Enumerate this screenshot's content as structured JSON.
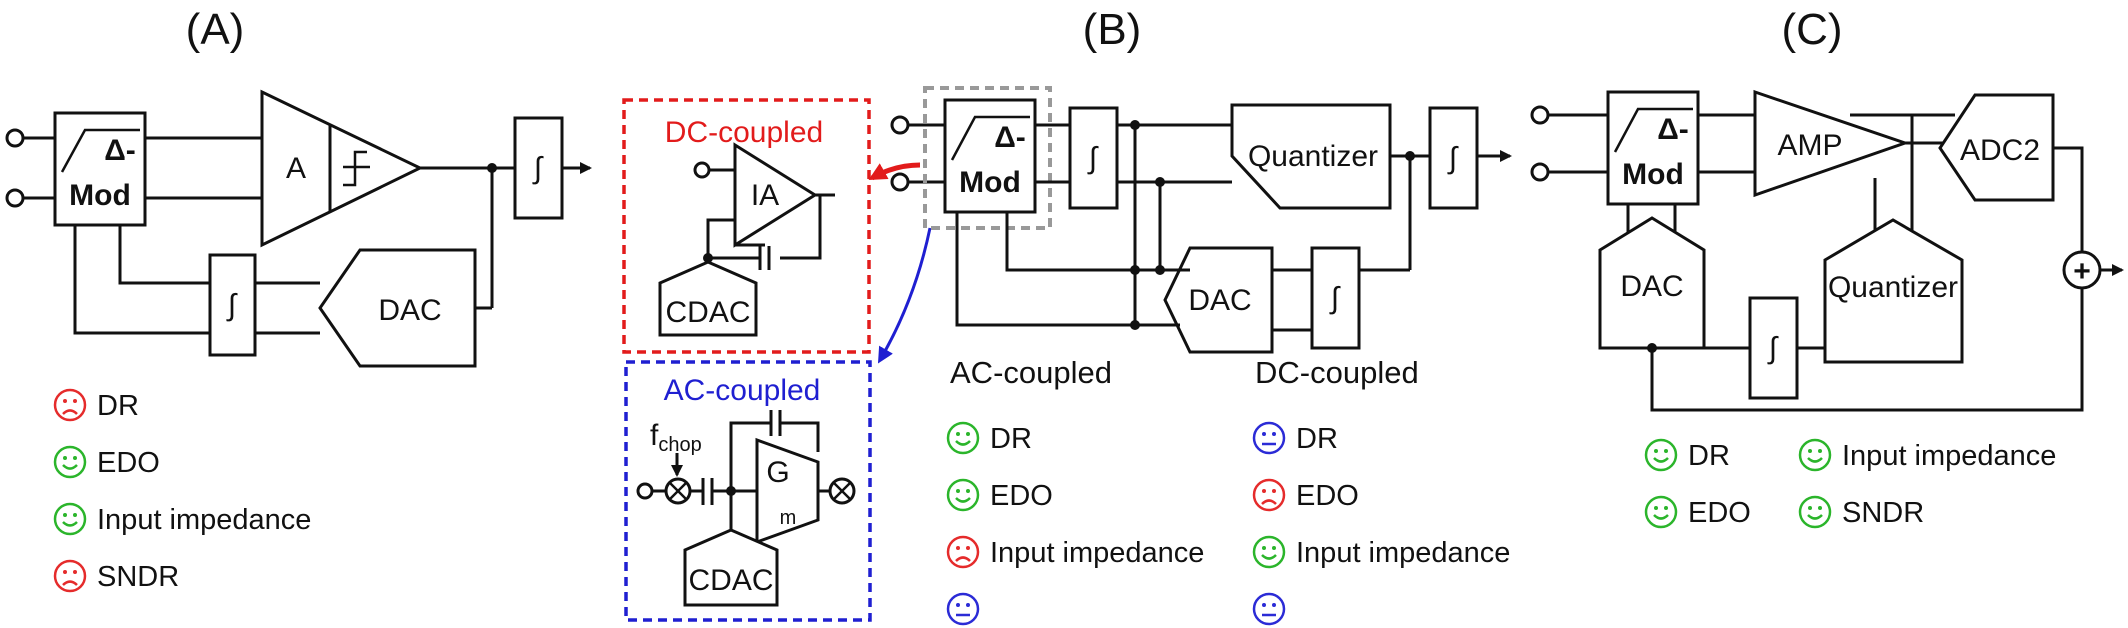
{
  "panels": {
    "a": {
      "title": "(A)"
    },
    "b": {
      "title": "(B)"
    },
    "c": {
      "title": "(C)"
    }
  },
  "blocks": {
    "delta_top": "Δ-",
    "delta_bottom": "Mod",
    "amp_a": "A",
    "dac": "DAC",
    "integrator": "∫",
    "quantizer": "Quantizer",
    "amp": "AMP",
    "adc2": "ADC2",
    "ia": "IA",
    "cdac": "CDAC",
    "gm_g": "G",
    "gm_sub": "m",
    "fchop_f": "f",
    "fchop_sub": "chop",
    "adder": "+"
  },
  "insets": {
    "dc_label": "DC-coupled",
    "ac_label": "AC-coupled",
    "dc_color": "#e21b1b",
    "ac_color": "#1f1fd1"
  },
  "columns": {
    "ac_coupled": "AC-coupled",
    "dc_coupled": "DC-coupled"
  },
  "legend": {
    "a": [
      {
        "label": "DR",
        "mood": "sad",
        "color": "#e52b2b"
      },
      {
        "label": "EDO",
        "mood": "happy",
        "color": "#2bb52b"
      },
      {
        "label": "Input impedance",
        "mood": "happy",
        "color": "#2bb52b"
      },
      {
        "label": "SNDR",
        "mood": "sad",
        "color": "#e52b2b"
      }
    ],
    "b_ac": [
      {
        "label": "DR",
        "mood": "happy",
        "color": "#2bb52b"
      },
      {
        "label": "EDO",
        "mood": "happy",
        "color": "#2bb52b"
      },
      {
        "label": "Input impedance",
        "mood": "sad",
        "color": "#e52b2b"
      },
      {
        "label": "",
        "mood": "neutral",
        "color": "#2b2bd6"
      }
    ],
    "b_dc": [
      {
        "label": "DR",
        "mood": "neutral",
        "color": "#2b2bd6"
      },
      {
        "label": "EDO",
        "mood": "sad",
        "color": "#e52b2b"
      },
      {
        "label": "Input impedance",
        "mood": "happy",
        "color": "#2bb52b"
      },
      {
        "label": "",
        "mood": "neutral",
        "color": "#2b2bd6"
      }
    ],
    "c_left": [
      {
        "label": "DR",
        "mood": "happy",
        "color": "#2bb52b"
      },
      {
        "label": "EDO",
        "mood": "happy",
        "color": "#2bb52b"
      }
    ],
    "c_right": [
      {
        "label": "Input impedance",
        "mood": "happy",
        "color": "#2bb52b"
      },
      {
        "label": "SNDR",
        "mood": "happy",
        "color": "#2bb52b"
      }
    ]
  }
}
